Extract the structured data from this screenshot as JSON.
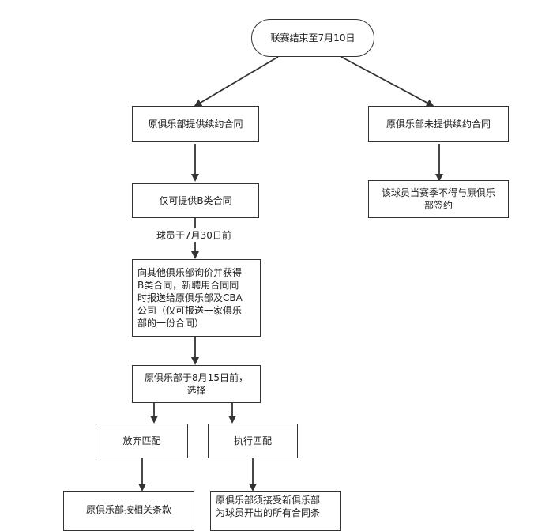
{
  "nodes": {
    "start": "联赛结束至7月10日",
    "offer": "原俱乐部提供续约合同",
    "no_offer": "原俱乐部未提供续约合同",
    "cannot_sign": "该球员当赛季不得与原俱乐\n部签约",
    "only_b": "仅可提供B类合同",
    "inquire": "向其他俱乐部询价并获得\nB类合同，新聘用合同同\n时报送给原俱乐部及CBA\n公司（仅可报送一家俱乐\n部的一份合同）",
    "choose": "原俱乐部于8月15日前，\n选择",
    "give_up": "放弃匹配",
    "execute": "执行匹配",
    "per_terms": "原俱乐部按相关条款",
    "accept": "原俱乐部须接受新俱乐部\n为球员开出的所有合同条"
  },
  "edge_labels": {
    "before_july30": "球员于7月30日前"
  },
  "colors": {
    "stroke": "#333333",
    "background": "#ffffff"
  }
}
